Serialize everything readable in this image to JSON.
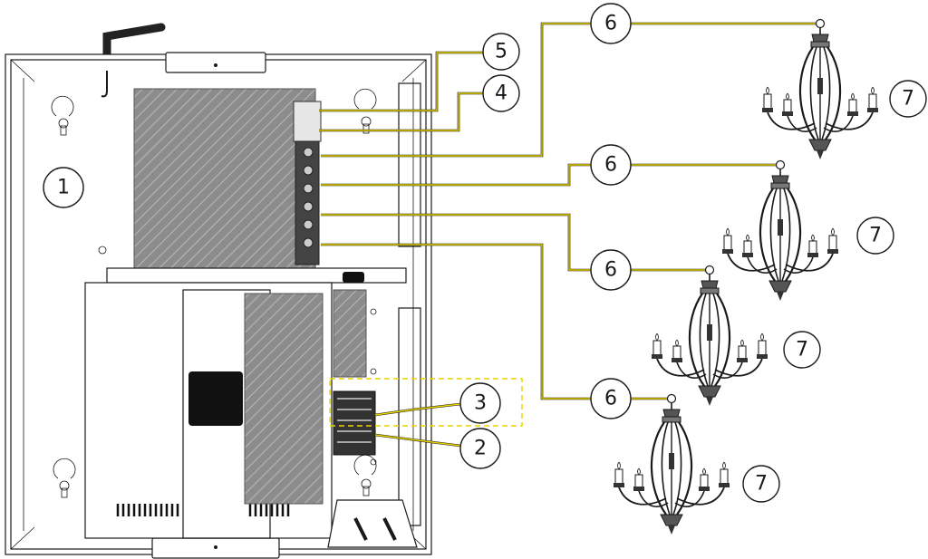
{
  "colors": {
    "wire": "#111111",
    "wire_highlight": "#e8d400",
    "module_fill": "#8c8c8c",
    "outline": "#1a1a1a"
  },
  "callouts": [
    {
      "id": "c1",
      "label": "1"
    },
    {
      "id": "c2",
      "label": "2"
    },
    {
      "id": "c3",
      "label": "3"
    },
    {
      "id": "c4",
      "label": "4"
    },
    {
      "id": "c5",
      "label": "5"
    },
    {
      "id": "c6a",
      "label": "6"
    },
    {
      "id": "c6b",
      "label": "6"
    },
    {
      "id": "c6c",
      "label": "6"
    },
    {
      "id": "c6d",
      "label": "6"
    },
    {
      "id": "c7a",
      "label": "7"
    },
    {
      "id": "c7b",
      "label": "7"
    },
    {
      "id": "c7c",
      "label": "7"
    },
    {
      "id": "c7d",
      "label": "7"
    }
  ]
}
